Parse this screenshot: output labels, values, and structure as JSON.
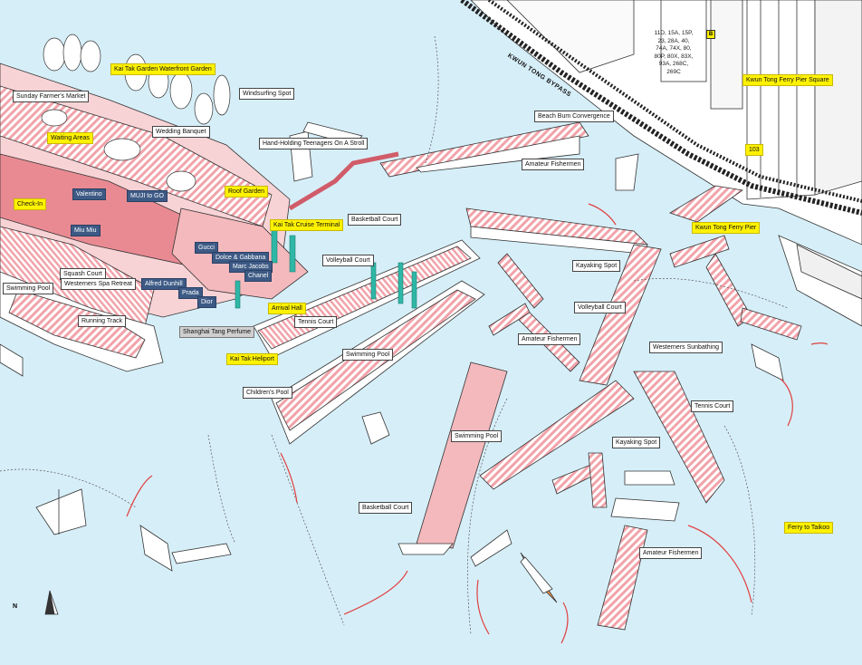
{
  "map": {
    "road_name": "KWUN TONG BYPASS",
    "bus_routes": [
      "11D, 15A, 15P,",
      "23, 28A, 40,",
      "74A, 74X, 80,",
      "80P, 80X, 83X,",
      "93A, 268C,",
      "269C"
    ],
    "bus_route_badge": "B",
    "north_label": "N",
    "colors": {
      "water": "#d6eef8",
      "pink": "#f4b9bd",
      "deep_pink": "#e98a92",
      "yellow_label": "#fff200",
      "brand_label": "#3d5a85",
      "teal": "#2fb7a6",
      "route_arrow": "#e04040",
      "ferry_orange": "#e9934b"
    }
  },
  "labels": {
    "yellow": [
      "Kai Tak Garden Waterfront Garden",
      "Waiting Areas",
      "Check-In",
      "Roof Garden",
      "Kai Tak Cruise Terminal",
      "Arrival Hall",
      "Kai Tak Heliport",
      "Kwun Tong Ferry Pier Square",
      "103",
      "Kwun Tong Ferry Pier",
      "Ferry to Taikoo"
    ],
    "plain": [
      "Sunday Farmer's Market",
      "Windsurfing Spot",
      "Wedding Banquet",
      "Hand-Holding Teenagers On A Stroll",
      "Beach Bum Convergence",
      "Amateur Fishermen",
      "Basketball Court",
      "Volleyball Court",
      "Squash Court",
      "Westerners Spa Retreat",
      "Swimming Pool",
      "Running Track",
      "Tennis Court",
      "Swimming Pool",
      "Children's Pool",
      "Kayaking Spot",
      "Volleyball Court",
      "Amateur Fishermen",
      "Westerners Sunbathing",
      "Tennis Court",
      "Swimming Pool",
      "Kayaking Spot",
      "Basketball Court",
      "Amateur Fishermen"
    ],
    "brands": [
      "Valentino",
      "MUJI to GO",
      "Miu Miu",
      "Gucci",
      "Dolce & Gabbana",
      "Marc Jacobs",
      "Chanel",
      "Alfred Dunhill",
      "Prada",
      "Dior"
    ],
    "grey": [
      "Shanghai Tang Perfume"
    ]
  }
}
